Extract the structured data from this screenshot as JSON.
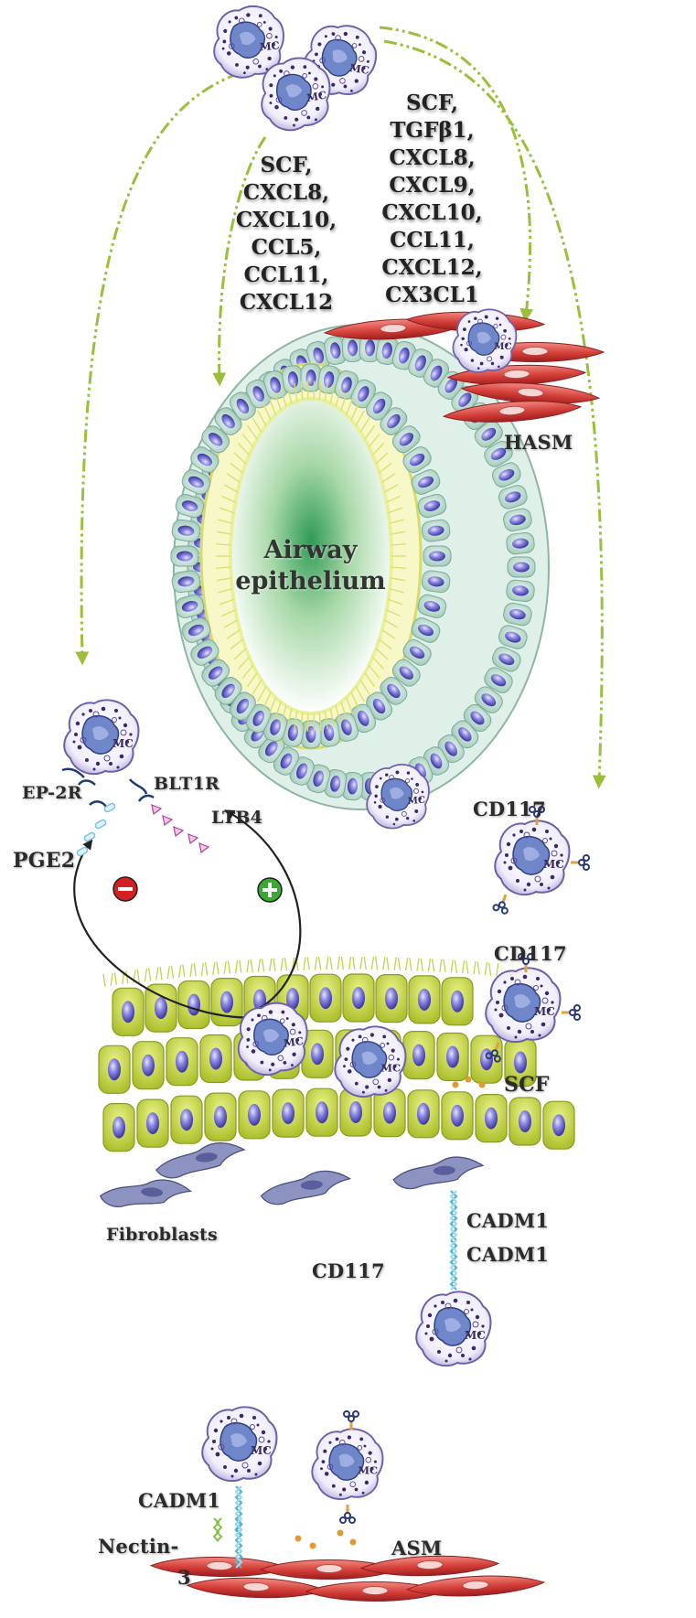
{
  "diagram": {
    "mast_cell_label": "MC",
    "left_mediators": [
      "SCF,",
      "CXCL8,",
      "CXCL10,",
      "CCL5,",
      "CCL11,",
      "CXCL12"
    ],
    "right_mediators": [
      "SCF,",
      "TGFβ1,",
      "CXCL8,",
      "CXCL9,",
      "CXCL10,",
      "CCL11,",
      "CXCL12,",
      "CX3CL1"
    ],
    "airway_label_line1": "Airway",
    "airway_label_line2": "epithelium",
    "hasm_label": "HASM",
    "ep2r_label": "EP-2R",
    "blt1r_label": "BLT1R",
    "ltb4_label": "LTB4",
    "pge2_label": "PGE2",
    "cd117_label_1": "CD117",
    "cd117_label_2": "CD117",
    "cd117_label_3": "CD117",
    "scf_label": "SCF",
    "fibroblasts_label": "Fibroblasts",
    "cadm1_label_1": "CADM1",
    "cadm1_label_2": "CADM1",
    "cadm1_label_3": "CADM1",
    "nectin_label_1": "Nectin-",
    "nectin_label_2": "3",
    "asm_label": "ASM",
    "colors": {
      "arrow_green": "#9bbf3c",
      "epithelium_cell": "#cfe6dc",
      "nucleus": "#7b78d8",
      "lower_epithelium": "#c8d84a",
      "smooth_muscle": "#d9534f",
      "inhibit_red": "#d32020",
      "promote_green": "#3aa832"
    }
  }
}
